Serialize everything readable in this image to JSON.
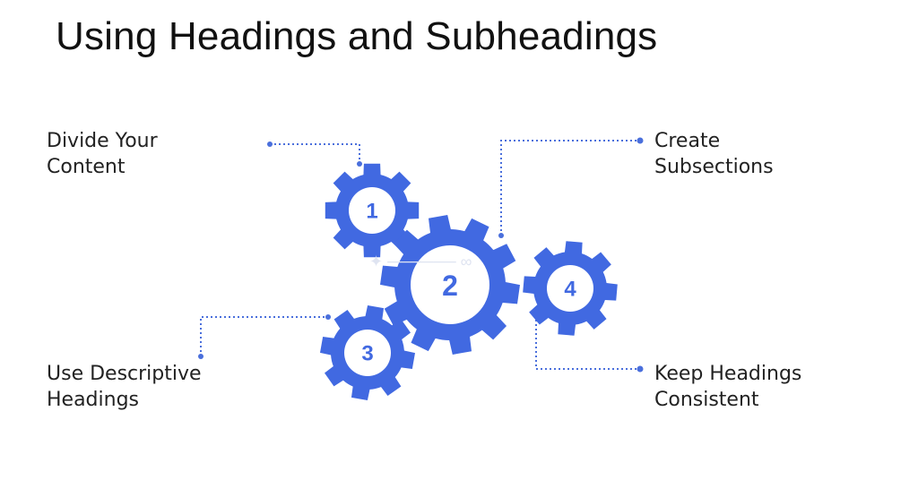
{
  "title": "Using Headings and Subheadings",
  "accent_color": "#4169e1",
  "gears": [
    {
      "number": "1",
      "label_lines": [
        "Divide Your",
        "Content"
      ]
    },
    {
      "number": "2",
      "label_lines": [
        "Create",
        "Subsections"
      ]
    },
    {
      "number": "3",
      "label_lines": [
        "Use Descriptive",
        "Headings"
      ]
    },
    {
      "number": "4",
      "label_lines": [
        "Keep Headings",
        "Consistent"
      ]
    }
  ]
}
